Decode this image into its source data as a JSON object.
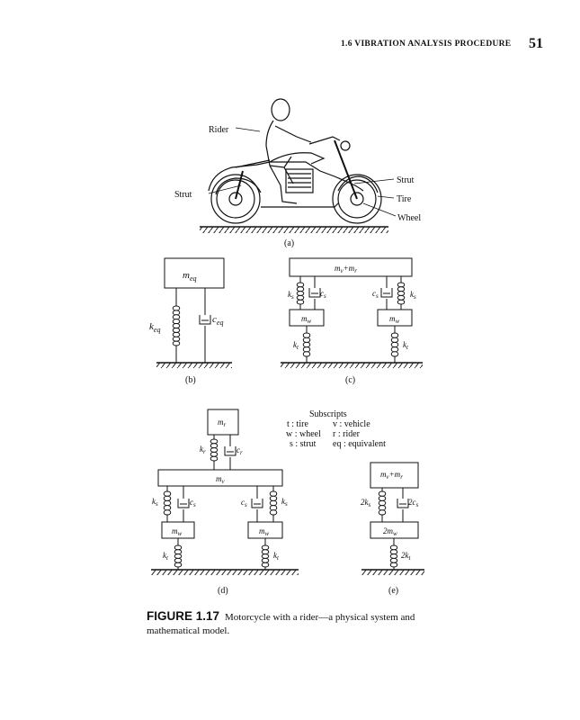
{
  "header": {
    "section": "1.6  VIBRATION ANALYSIS PROCEDURE",
    "page_number": "51"
  },
  "panel_a": {
    "label": "(a)",
    "callouts": {
      "rider": "Rider",
      "strut_left": "Strut",
      "strut_right": "Strut",
      "tire": "Tire",
      "wheel": "Wheel"
    }
  },
  "panel_b": {
    "label": "(b)",
    "mass": "m",
    "mass_sub": "eq",
    "spring": "k",
    "spring_sub": "eq",
    "damper": "c",
    "damper_sub": "eq"
  },
  "panel_c": {
    "label": "(c)"
  },
  "panel_d": {
    "label": "(d)"
  },
  "panel_e": {
    "label": "(e)",
    "mass_top": "m",
    "mass_bottom": "2m",
    "spring_strut": "2k",
    "damper_strut": "2c",
    "spring_tire": "2k"
  },
  "subscripts": {
    "title": "Subscripts",
    "rows": [
      {
        "left": "t : tire",
        "right": "v : vehicle"
      },
      {
        "left": "w : wheel",
        "right": "r : rider"
      },
      {
        "left": "s : strut",
        "right": "eq : equivalent"
      }
    ]
  },
  "caption": {
    "label": "FIGURE 1.17",
    "text": "Motorcycle with a rider—a physical system and mathematical model."
  }
}
